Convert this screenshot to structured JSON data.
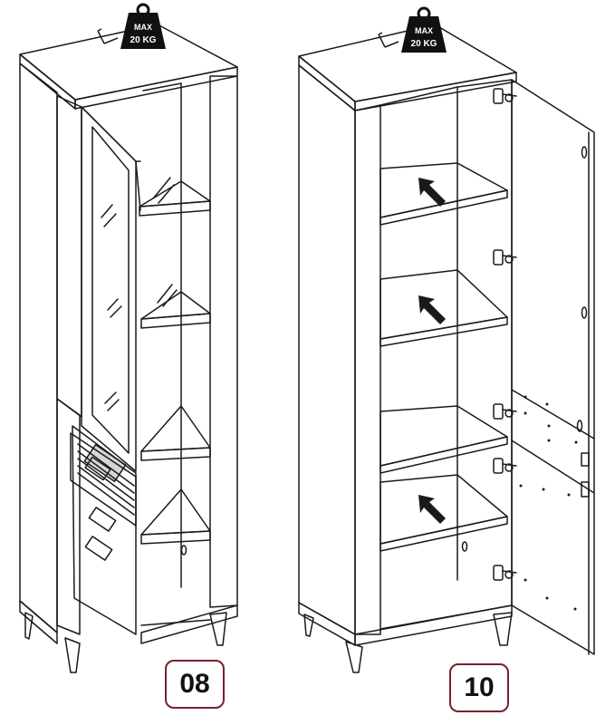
{
  "colors": {
    "line": "#1a1a1a",
    "badge_border": "#7a1f2b",
    "background": "#ffffff"
  },
  "left_figure": {
    "weight_badge": {
      "line1": "MAX",
      "line2": "20 KG",
      "icon": "weight-icon"
    },
    "step_number": "08"
  },
  "right_figure": {
    "weight_badge": {
      "line1": "MAX",
      "line2": "20 KG",
      "icon": "weight-icon"
    },
    "step_number": "10",
    "arrow_icons": [
      "arrow-up-left-icon",
      "arrow-up-left-icon",
      "arrow-up-left-icon"
    ]
  }
}
